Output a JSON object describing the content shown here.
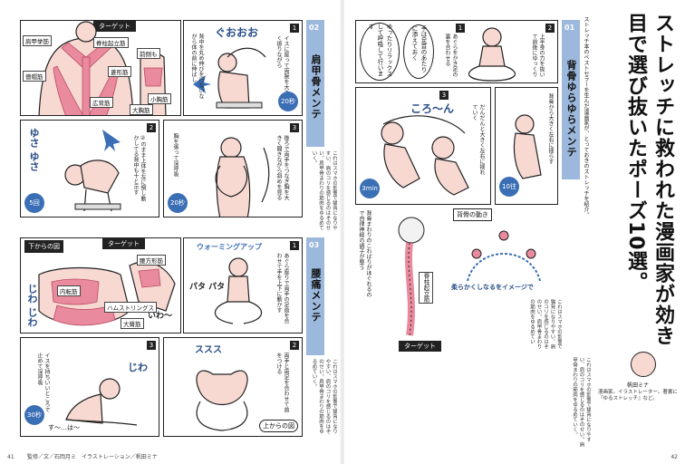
{
  "left_page": {
    "page_number": "41",
    "credit": "監修／文／石岡月ミ　イラストレーション／帆田ミナ",
    "section_02": {
      "number": "02",
      "title": "肩甲骨メンテ",
      "target_label": "ターゲット",
      "muscles": [
        "肩甲挙筋",
        "僧帽筋",
        "脊柱起立筋",
        "前側も",
        "菱形筋",
        "広背筋",
        "小胸筋",
        "大胸筋"
      ],
      "panel1_text": "イスに座って両腕を大きく振りながら",
      "panel1_caption": "背中を丸め伸びを行ないながら体の前に伸ばし",
      "panel1_sfx": "ぐおおお",
      "panel2_sfx": "ゆさ ゆさ",
      "panel2_text": "②のまま上体を左に倒し動かしてる背中も十と示す",
      "panel3_text": "後ろで両手をつなぎ胸を大きく開きながら斜めを見る",
      "panel3_caption": "胸を張って深呼吸",
      "time_1": "20秒",
      "time_2": "5回",
      "time_3": "20秒"
    },
    "section_03": {
      "number": "03",
      "title": "腰痛メンテ",
      "view_label": "下からの図",
      "target_label": "ターゲット",
      "muscles": [
        "腰方形筋",
        "内転筋",
        "ハムストリングス",
        "大臀筋"
      ],
      "panel1_sfx": "じわ じわ",
      "panel1_sfx2": "いわ〜",
      "panel2_title": "ウォーミングアップ",
      "panel2_text": "あぐら座りで両手の足首を合わせて手を上下に動かす",
      "panel2_sfx": "パタ パタ",
      "panel3_text": "イスを持ちいいところで止めて深呼吸",
      "panel3_sfx": "じわ",
      "panel3_sfx2": "す〜…は〜",
      "panel4_text": "両手と両足を合わせて首をつける",
      "panel4_sfx": "ススス",
      "panel4_view": "上からの図",
      "time_1": "30秒"
    },
    "body_text": "これはスマホの影響で猫背になりやすい、肩のコリを感じるのはそのせい。肩甲骨まわりの筋肉をゆるめていく。"
  },
  "right_page": {
    "page_number": "42",
    "headline": "ストレッチに救われた漫画家が効き目で選び抜いたポーズ10選。",
    "lead": "ストレッチ本のベストセラーを生んだ漫画家が、とっておきのストレッチを紹介。",
    "section_01": {
      "number": "01",
      "title": "背骨ゆらゆらメンテ",
      "bubble_1": "ゆったりリラックスして呼吸して行います",
      "bubble_2": "手は足首のあたりに添えておく",
      "panel1_text": "あぐらをかき足の裏を合わせる",
      "panel2_text": "上半身の力を抜いて前後にゆっくり",
      "panel3_sfx": "ころ〜ん",
      "panel3_text": "だんだんと大きく左右に揺れていく",
      "panel4_text": "背骨から大きく左右に揺らす",
      "motion_label": "背骨の動き",
      "motion_caption": "柔らかくしなるをイメージで",
      "spine_text": "背骨まわりのこわばりがほぐれるので自律神経の調子が整う",
      "spine_caption": "脊柱起立筋",
      "target_label": "ターゲット",
      "time_1": "10往復",
      "time_2": "3min"
    },
    "author_name": "帆田ミナ",
    "author_bio": "漫画家。イラストレーター。著書に『ゆるストレッチ』など。"
  }
}
